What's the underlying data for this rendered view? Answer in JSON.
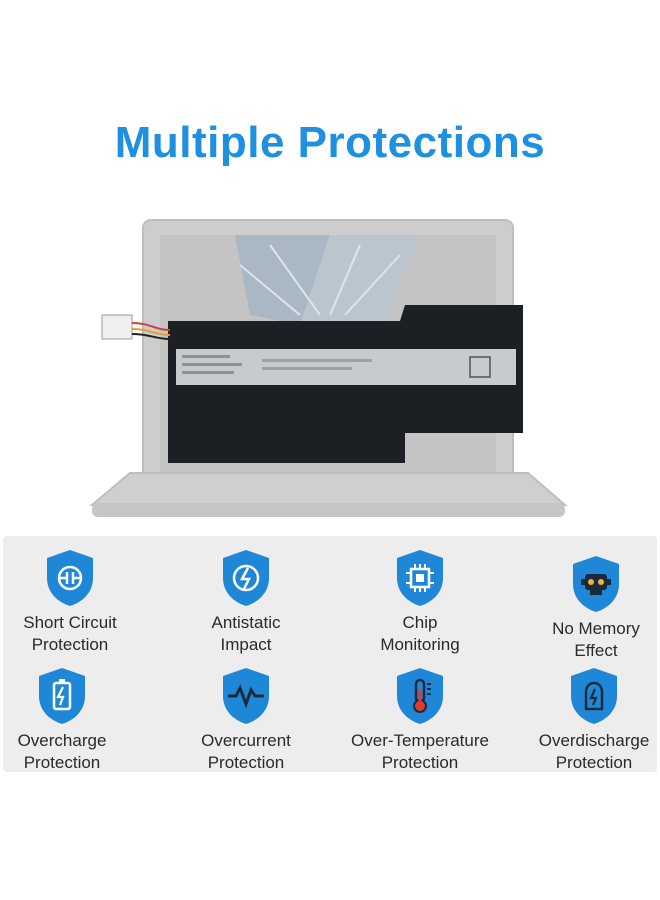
{
  "title": "Multiple Protections",
  "colors": {
    "accent": "#1e90e0",
    "icon_blue": "#1f87d8",
    "panel_bg": "#ededed",
    "laptop_gray": "#cfcfcf",
    "battery_black": "#1c1f24"
  },
  "features": [
    {
      "icon": "circuit-icon",
      "line1": "Short Circuit",
      "line2": "Protection"
    },
    {
      "icon": "antistatic-icon",
      "line1": "Antistatic",
      "line2": "Impact"
    },
    {
      "icon": "chip-icon",
      "line1": "Chip",
      "line2": "Monitoring"
    },
    {
      "icon": "memory-icon",
      "line1": "No Memory",
      "line2": "Effect"
    },
    {
      "icon": "battery-charge-icon",
      "line1": "Overcharge",
      "line2": "Protection"
    },
    {
      "icon": "current-wave-icon",
      "line1": "Overcurrent",
      "line2": "Protection"
    },
    {
      "icon": "thermometer-icon",
      "line1": "Over-Temperature",
      "line2": "Protection"
    },
    {
      "icon": "discharge-icon",
      "line1": "Overdischarge",
      "line2": "Protection"
    }
  ]
}
